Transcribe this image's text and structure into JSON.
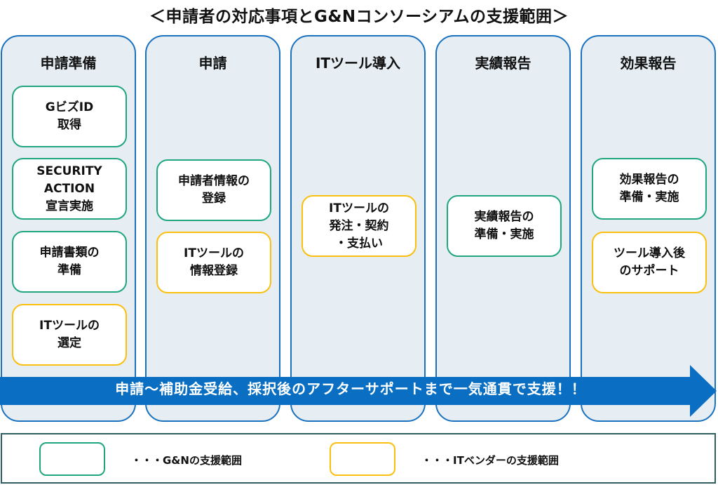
{
  "title": "＜申請者の対応事項とG&Nコンソーシアムの支援範囲＞",
  "colors": {
    "column_border": "#1a72bf",
    "column_fill": "#e6eef3",
    "gn_border": "#1fa67f",
    "vendor_border": "#fbbf10",
    "arrow": "#0a6fc2",
    "legend_border": "#2f5f63"
  },
  "columns": [
    {
      "header": "申請準備",
      "cards": [
        {
          "text": "GビズID\n取得",
          "type": "gn"
        },
        {
          "text": "SECURITY\nACTION\n宣言実施",
          "type": "gn"
        },
        {
          "text": "申請書類の\n準備",
          "type": "gn"
        },
        {
          "text": "ITツールの\n選定",
          "type": "vendor"
        }
      ]
    },
    {
      "header": "申請",
      "cards": [
        {
          "text": "申請者情報の\n登録",
          "type": "gn"
        },
        {
          "text": "ITツールの\n情報登録",
          "type": "vendor"
        }
      ]
    },
    {
      "header": "ITツール導入",
      "cards": [
        {
          "text": "ITツールの\n発注・契約\n・支払い",
          "type": "vendor"
        }
      ]
    },
    {
      "header": "実績報告",
      "cards": [
        {
          "text": "実績報告の\n準備・実施",
          "type": "gn"
        }
      ]
    },
    {
      "header": "効果報告",
      "cards": [
        {
          "text": "効果報告の\n準備・実施",
          "type": "gn"
        },
        {
          "text": "ツール導入後\nのサポート",
          "type": "vendor"
        }
      ]
    }
  ],
  "arrow": {
    "text": "申請〜補助金受給、採択後のアフターサポートまで一気通貫で支援！！"
  },
  "legend": {
    "items": [
      {
        "label": "・・・G&Nの支援範囲",
        "type": "gn"
      },
      {
        "label": "・・・ITベンダーの支援範囲",
        "type": "vendor"
      }
    ]
  }
}
